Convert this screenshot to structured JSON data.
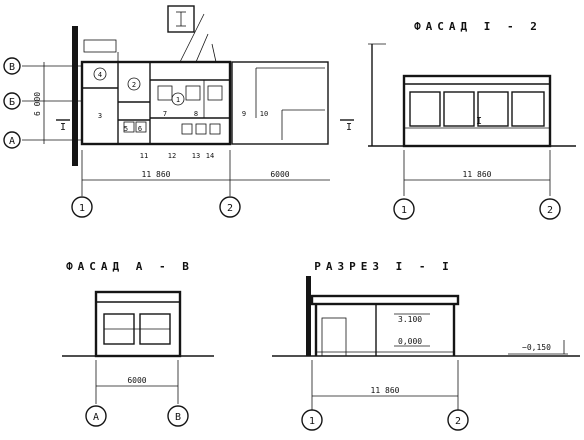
{
  "titles": {
    "facade_1_2": "ФАСАД I - 2",
    "facade_a_v": "ФАСАД А - В",
    "section_1_1": "РАЗРЕЗ I - I"
  },
  "plan": {
    "axes_rows": [
      "В",
      "Б",
      "А"
    ],
    "axes_cols": [
      "1",
      "2"
    ],
    "room_labels": [
      "1",
      "2",
      "3",
      "4",
      "5",
      "6",
      "7",
      "8",
      "9",
      "10",
      "11",
      "12",
      "13",
      "14"
    ],
    "dim_total": "11 860",
    "dim_extension": "6000",
    "dim_vertical": "6 000",
    "section_mark": "I"
  },
  "facade_1_2": {
    "dim": "11 860",
    "axes": [
      "1",
      "2"
    ],
    "mark": "I"
  },
  "facade_a_v": {
    "dim": "6000",
    "axes": [
      "А",
      "В"
    ]
  },
  "section": {
    "dim": "11 860",
    "axes": [
      "1",
      "2"
    ],
    "level_top": "3.100",
    "level_floor": "0,000",
    "level_ground": "−0,150"
  },
  "colors": {
    "ink": "#151515",
    "paper": "#ffffff"
  }
}
